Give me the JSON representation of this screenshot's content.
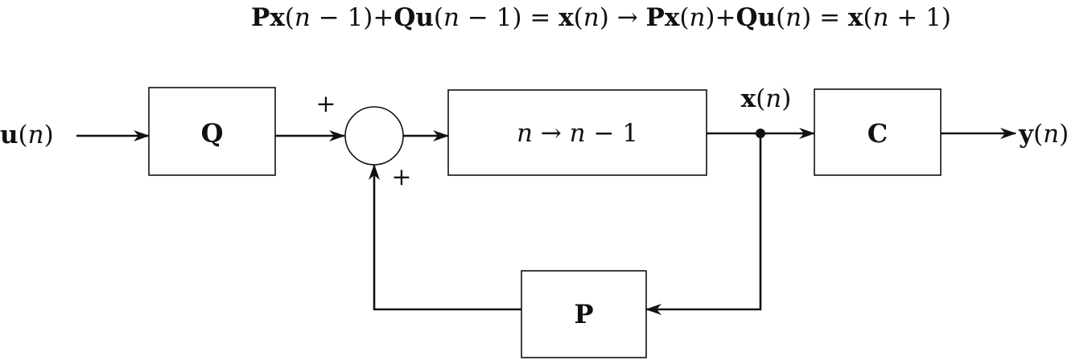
{
  "equation": {
    "P": "P",
    "x1": "x",
    "arg1": "(",
    "n1": "n",
    "tail1": " − 1)+",
    "Q": "Q",
    "u1": "u",
    "arg2": "(",
    "n2": "n",
    "tail2": " − 1) = ",
    "x2": "x",
    "arg3": "(",
    "n3": "n",
    "tail3": ") → ",
    "P2": "P",
    "x3": "x",
    "arg4": "(",
    "n4": "n",
    "tail4": ")+",
    "Q2": "Q",
    "u2": "u",
    "arg5": "(",
    "n5": "n",
    "tail5": ") = ",
    "x4": "x",
    "arg6": "(",
    "n6": "n",
    "tail6": " + 1)"
  },
  "blocks": {
    "Q": "Q",
    "delay_n": "n",
    "delay_arrow": " → ",
    "delay_n2": "n",
    "delay_tail": " − 1",
    "C": "C",
    "P": "P"
  },
  "signals": {
    "input_var": "u",
    "input_open": "(",
    "input_n": "n",
    "input_close": ")",
    "state_var": "x",
    "state_open": "(",
    "state_n": "n",
    "state_close": ")",
    "output_var": "y",
    "output_open": "(",
    "output_n": "n",
    "output_close": ")"
  },
  "summing_junction": {
    "sign_top": "+",
    "sign_bottom": "+"
  }
}
